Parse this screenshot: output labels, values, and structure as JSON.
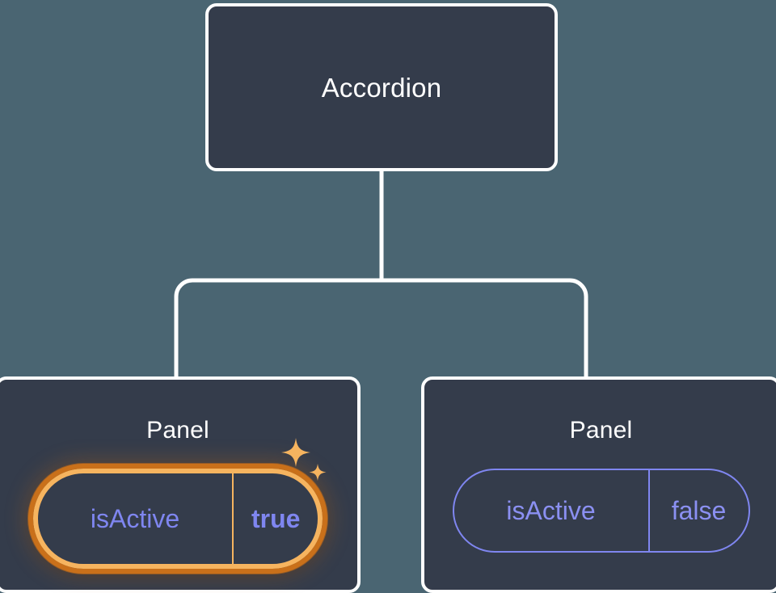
{
  "diagram": {
    "type": "component-tree",
    "background_color": "#4a6572",
    "card_color": "#343c4b",
    "card_border_color": "#ffffff",
    "connector_color": "#ffffff",
    "accent_active_color": "#f6b45f",
    "accent_active_outer_color": "#c9701a",
    "accent_prop_color": "#7f86f0",
    "root": {
      "name": "accordion-node",
      "title": "Accordion"
    },
    "children": [
      {
        "name": "panel-node-left",
        "title": "Panel",
        "highlighted": true,
        "prop": {
          "name": "isActive",
          "value": "true"
        },
        "decorations": [
          "sparkle-large",
          "sparkle-small"
        ]
      },
      {
        "name": "panel-node-right",
        "title": "Panel",
        "highlighted": false,
        "prop": {
          "name": "isActive",
          "value": "false"
        },
        "decorations": []
      }
    ]
  }
}
